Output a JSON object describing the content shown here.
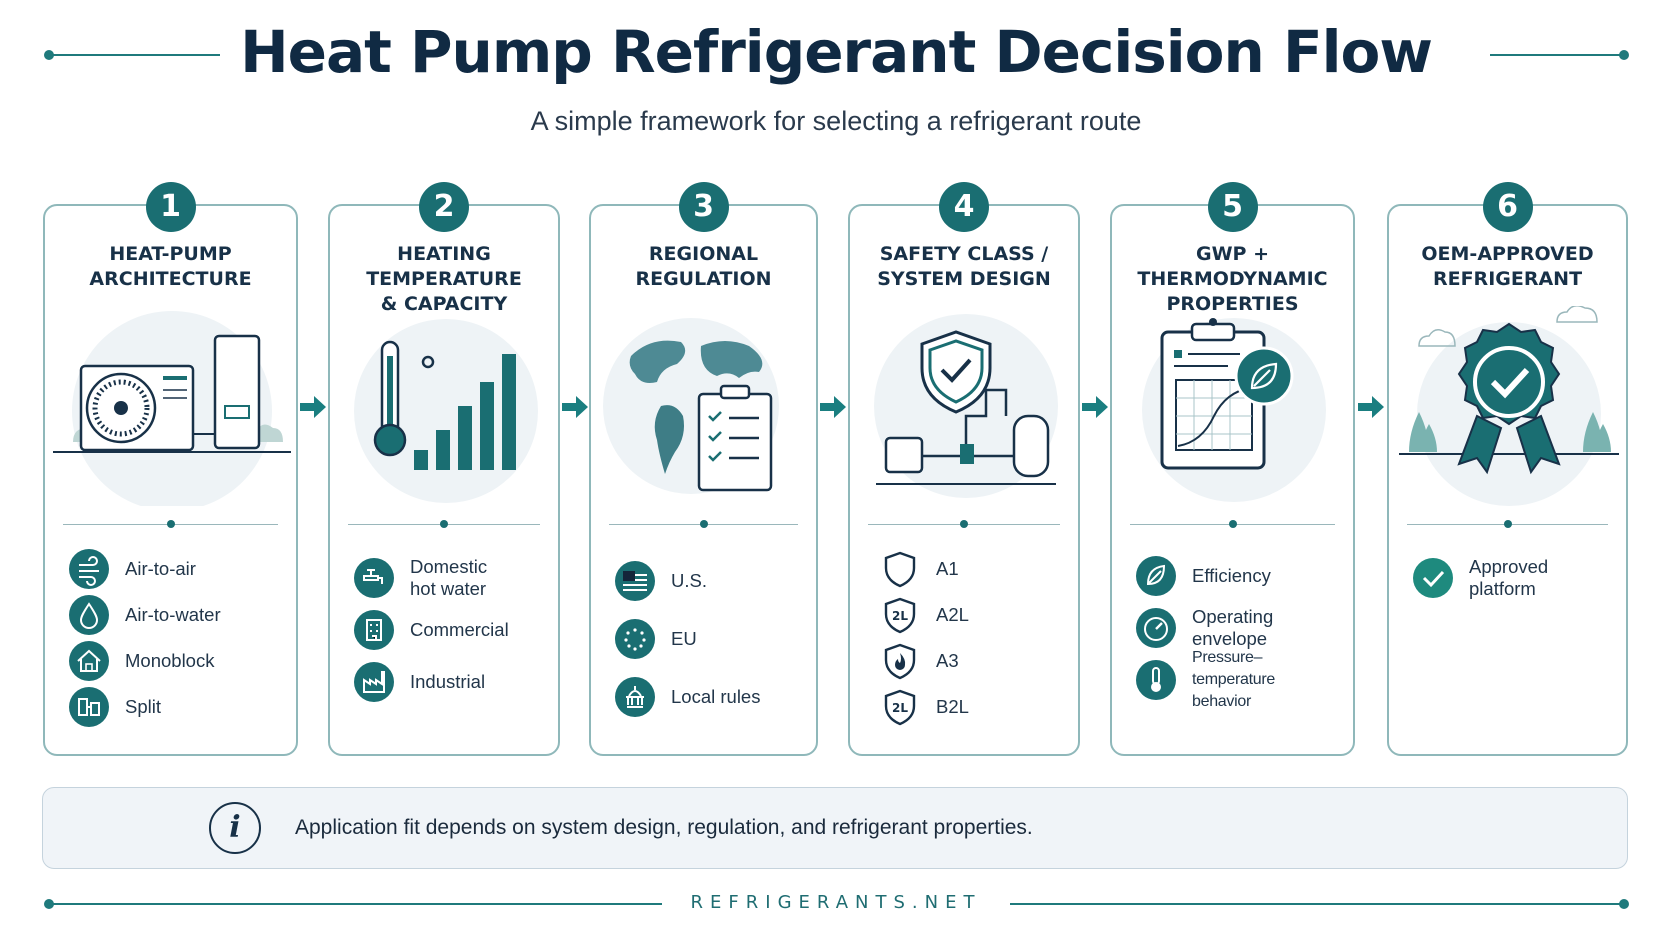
{
  "header": {
    "title": "Heat Pump Refrigerant Decision Flow",
    "subtitle": "A simple framework for selecting a refrigerant route"
  },
  "colors": {
    "accent": "#1a6e72",
    "navy": "#102a43",
    "border": "#8fb8ba"
  },
  "steps": [
    {
      "number": "1",
      "title": "HEAT-PUMP\nARCHITECTURE",
      "items": [
        {
          "icon": "wind-icon",
          "label": "Air-to-air"
        },
        {
          "icon": "water-drop-icon",
          "label": "Air-to-water"
        },
        {
          "icon": "house-icon",
          "label": "Monoblock"
        },
        {
          "icon": "split-pipes-icon",
          "label": "Split"
        }
      ]
    },
    {
      "number": "2",
      "title": "HEATING\nTEMPERATURE\n& CAPACITY",
      "items": [
        {
          "icon": "faucet-icon",
          "label": "Domestic\nhot water"
        },
        {
          "icon": "building-icon",
          "label": "Commercial"
        },
        {
          "icon": "factory-icon",
          "label": "Industrial"
        }
      ]
    },
    {
      "number": "3",
      "title": "REGIONAL\nREGULATION",
      "items": [
        {
          "icon": "us-flag-icon",
          "label": "U.S."
        },
        {
          "icon": "eu-flag-icon",
          "label": "EU"
        },
        {
          "icon": "capitol-icon",
          "label": "Local rules"
        }
      ]
    },
    {
      "number": "4",
      "title": "SAFETY CLASS /\nSYSTEM DESIGN",
      "items": [
        {
          "icon": "shield-icon",
          "label": "A1"
        },
        {
          "icon": "shield-2l-icon",
          "label": "A2L"
        },
        {
          "icon": "shield-flame-icon",
          "label": "A3"
        },
        {
          "icon": "shield-2l-icon",
          "label": "B2L"
        }
      ]
    },
    {
      "number": "5",
      "title": "GWP +\nTHERMODYNAMIC\nPROPERTIES",
      "items": [
        {
          "icon": "leaf-icon",
          "label": "Efficiency"
        },
        {
          "icon": "gauge-icon",
          "label": "Operating\nenvelope"
        },
        {
          "icon": "thermometer-icon",
          "label": "Pressure–temperature\nbehavior"
        }
      ]
    },
    {
      "number": "6",
      "title": "OEM-APPROVED\nREFRIGERANT",
      "items": [
        {
          "icon": "check-circle-icon",
          "label": "Approved\nplatform"
        }
      ]
    }
  ],
  "note": {
    "icon": "info-icon",
    "text": "Application fit depends on system design, regulation, and refrigerant properties."
  },
  "footer": {
    "brand": "REFRIGERANTS.NET"
  }
}
